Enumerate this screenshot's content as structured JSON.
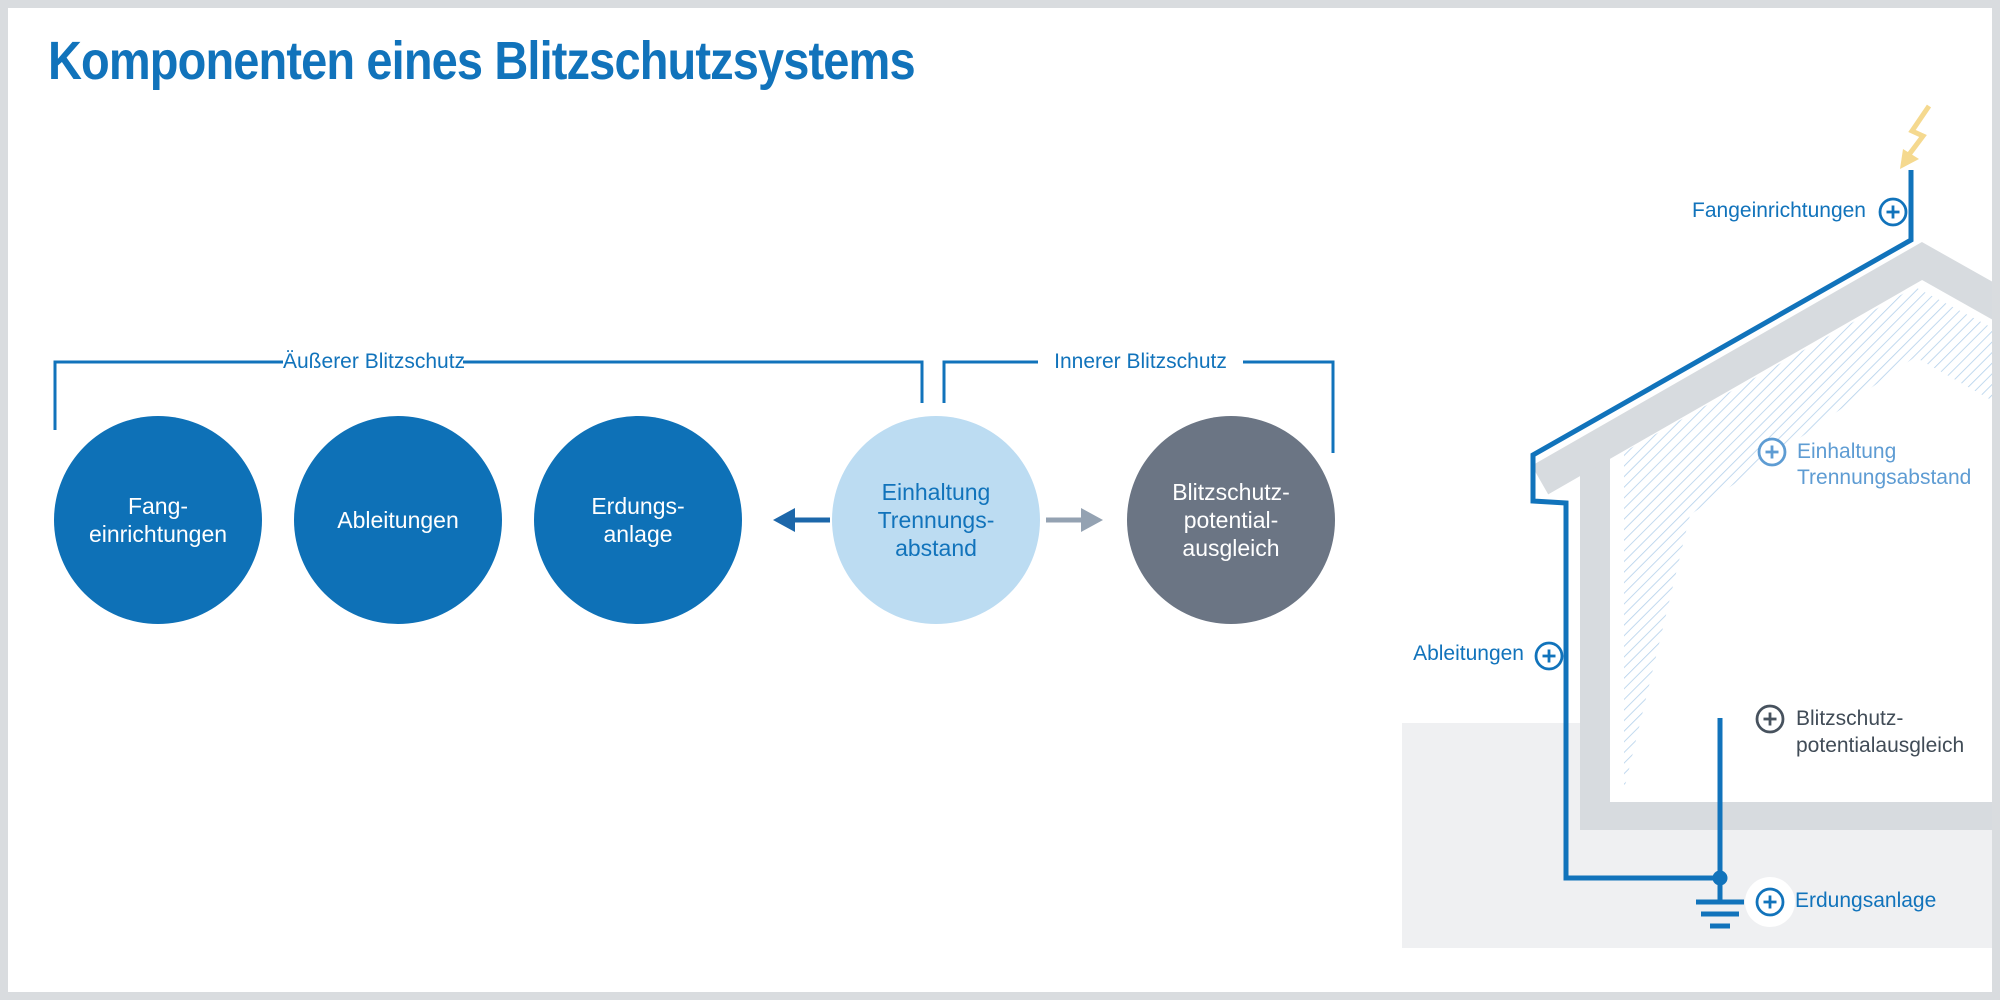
{
  "title": {
    "text": "Komponenten eines Blitzschutzsystems"
  },
  "brackets": {
    "outer": {
      "label": "Äußerer Blitzschutz"
    },
    "inner": {
      "label": "Innerer Blitzschutz"
    }
  },
  "circles": [
    {
      "id": "fangeinrichtungen",
      "lines": [
        "Fang-",
        "einrichtungen"
      ],
      "fill": "#0e71b7",
      "text_color": "#ffffff"
    },
    {
      "id": "ableitungen",
      "lines": [
        "Ableitungen"
      ],
      "fill": "#0e71b7",
      "text_color": "#ffffff"
    },
    {
      "id": "erdungsanlage",
      "lines": [
        "Erdungs-",
        "anlage"
      ],
      "fill": "#0e71b7",
      "text_color": "#ffffff"
    },
    {
      "id": "einhaltung-trennungsabstand",
      "lines": [
        "Einhaltung",
        "Trennungs-",
        "abstand"
      ],
      "fill": "#bcdcf2",
      "text_color": "#1173bb"
    },
    {
      "id": "blitzschutz-potentialausgleich",
      "lines": [
        "Blitzschutz-",
        "potential-",
        "ausgleich"
      ],
      "fill": "#6b7584",
      "text_color": "#ffffff"
    }
  ],
  "house": {
    "labels": {
      "fangeinrichtungen": {
        "text": "Fangeinrichtungen",
        "icon": "plus-circle",
        "color": "#1173bb"
      },
      "einhaltung": {
        "line1": "Einhaltung",
        "line2": "Trennungsabstand",
        "icon": "plus-circle",
        "color": "#5e9cd3"
      },
      "ableitungen": {
        "text": "Ableitungen",
        "icon": "plus-circle",
        "color": "#1173bb"
      },
      "potentialausgleich": {
        "line1": "Blitzschutz-",
        "line2": "potentialausgleich",
        "icon": "plus-circle",
        "color": "#414c57"
      },
      "erdungsanlage": {
        "text": "Erdungsanlage",
        "icon": "plus-circle",
        "color": "#1173bb"
      }
    },
    "icons": {
      "lightning": "lightning-bolt",
      "ground": "earth-ground-symbol",
      "hotspot": "plus-circle"
    }
  },
  "colors": {
    "brand_blue": "#1173bb",
    "circle_blue": "#0e71b7",
    "light_blue_circle": "#bcdcf2",
    "slate_circle": "#6b7584",
    "light_label_blue": "#5e9cd3",
    "dark_label_gray": "#414c57",
    "roof_gray": "#d7dbdf",
    "ground_gray": "#eff0f2",
    "hatch_blue": "#b7d3ec",
    "arrow_left_blue": "#1c67aa",
    "arrow_right_gray": "#94a2b2",
    "bolt_yellow": "#f5d98f",
    "frame_gray": "#d9dcdf"
  }
}
